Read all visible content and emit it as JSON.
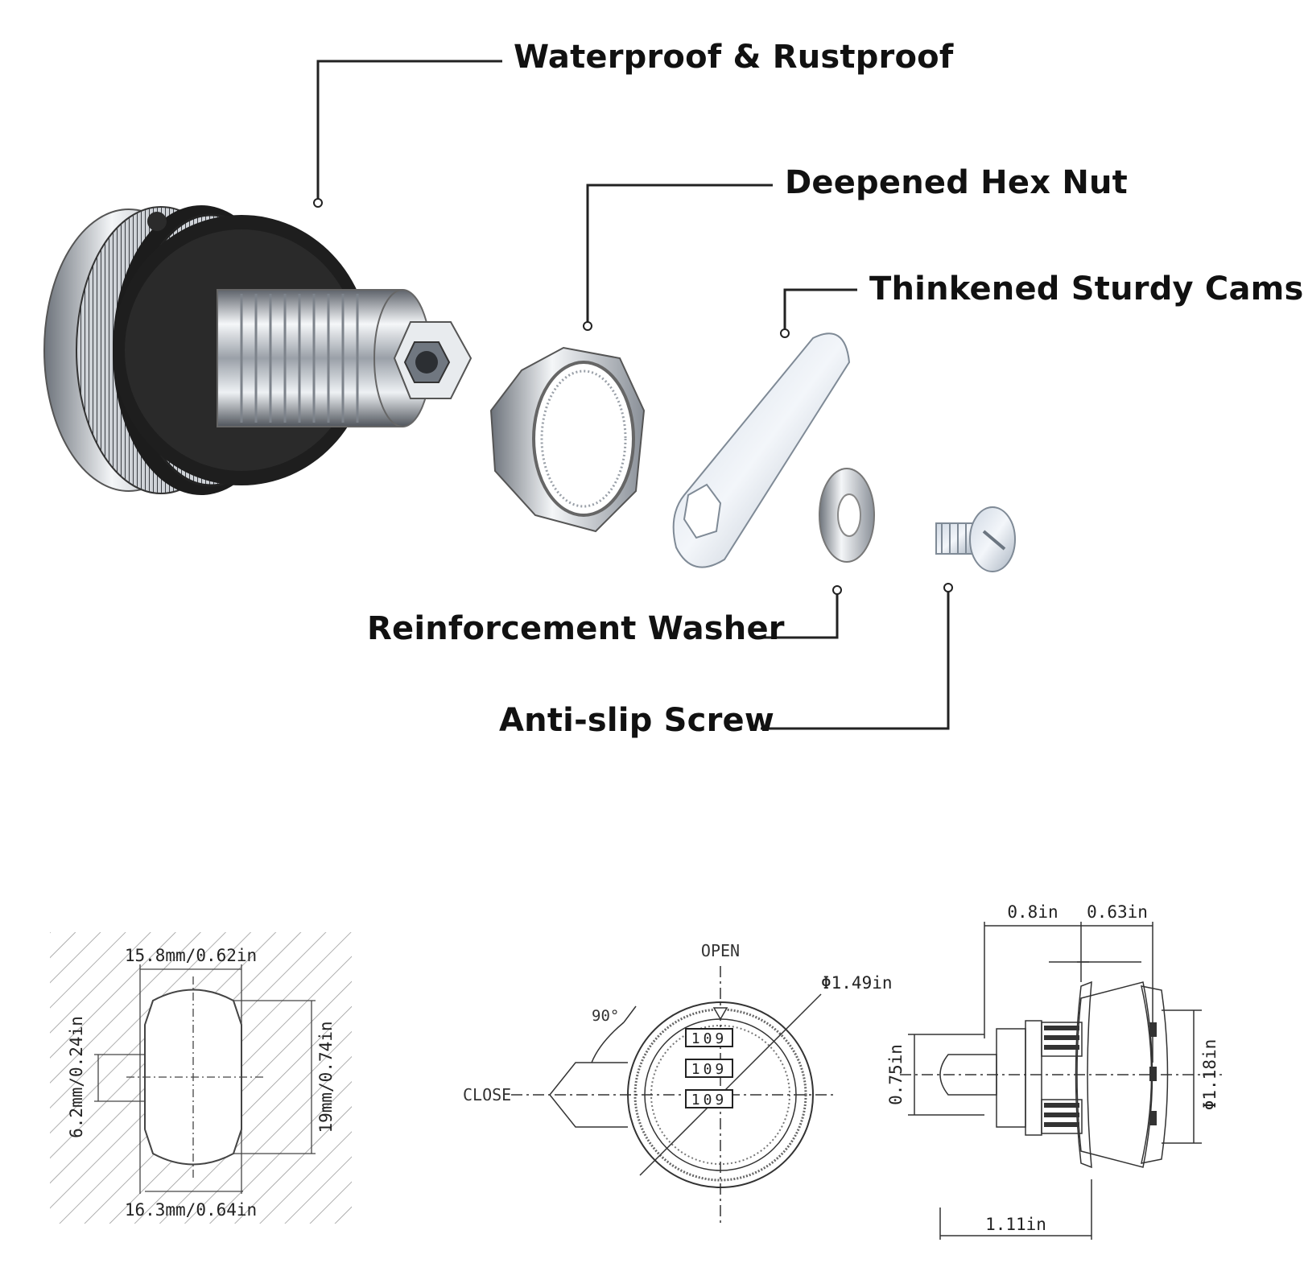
{
  "callouts": {
    "waterproof": "Waterproof & Rustproof",
    "hex_nut": "Deepened Hex Nut",
    "cams": "Thinkened Sturdy Cams",
    "washer": "Reinforcement Washer",
    "screw": "Anti-slip Screw"
  },
  "cutout_dims": {
    "top_width": "15.8mm/0.62in",
    "bottom_width": "16.3mm/0.64in",
    "left_flat": "6.2mm/0.24in",
    "right_height": "19mm/0.74in"
  },
  "front_view": {
    "open": "OPEN",
    "close": "CLOSE",
    "angle": "90°",
    "diameter": "Φ1.49in",
    "dial_digits": [
      "109",
      "109",
      "109"
    ]
  },
  "side_view": {
    "body_length": "0.8in",
    "head_length": "0.63in",
    "thread_dia": "0.75in",
    "head_dia": "Φ1.18in",
    "total_length": "1.11in"
  },
  "colors": {
    "line": "#222222",
    "metal_light": "#f2f4f6",
    "metal_dark": "#6b7078",
    "rubber": "#1c1c1c"
  }
}
